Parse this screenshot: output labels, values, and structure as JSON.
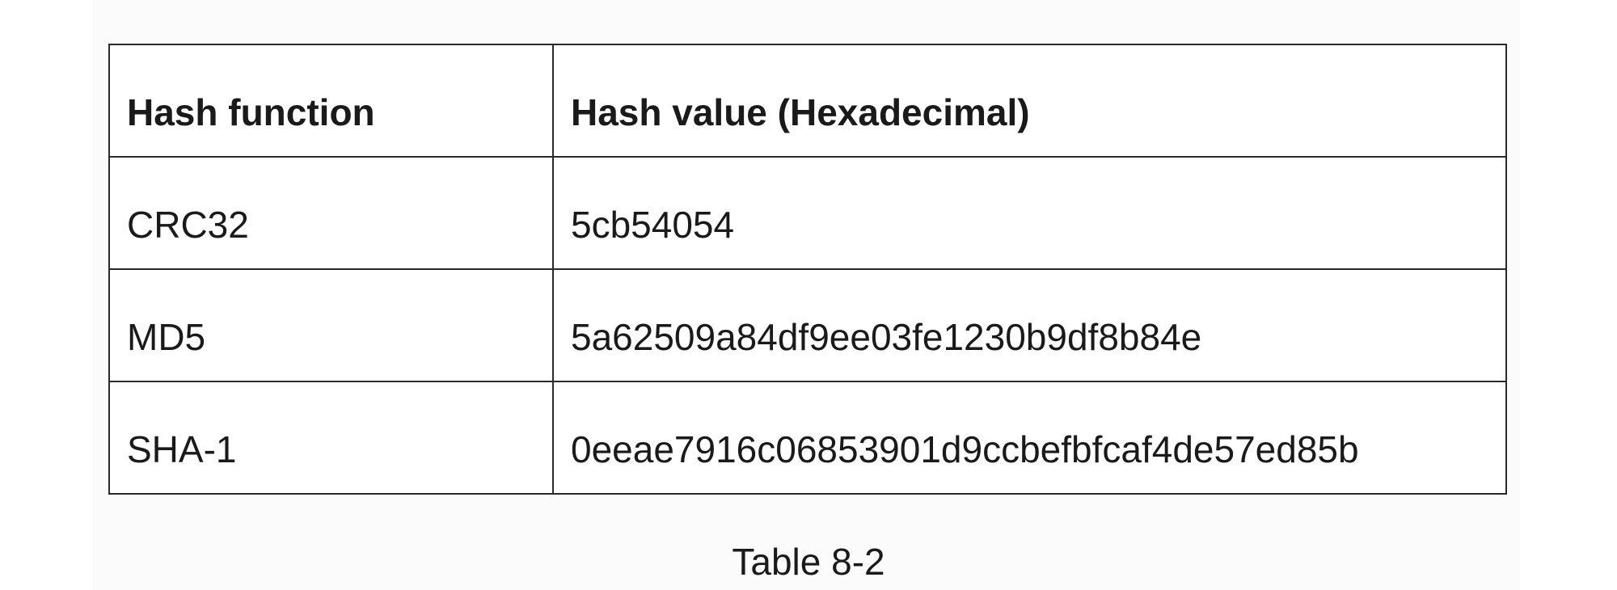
{
  "table": {
    "headers": [
      "Hash function",
      "Hash value (Hexadecimal)"
    ],
    "rows": [
      [
        "CRC32",
        "5cb54054"
      ],
      [
        "MD5",
        "5a62509a84df9ee03fe1230b9df8b84e"
      ],
      [
        "SHA-1",
        "0eeae7916c06853901d9ccbefbfcaf4de57ed85b"
      ]
    ]
  },
  "caption": "Table 8-2"
}
